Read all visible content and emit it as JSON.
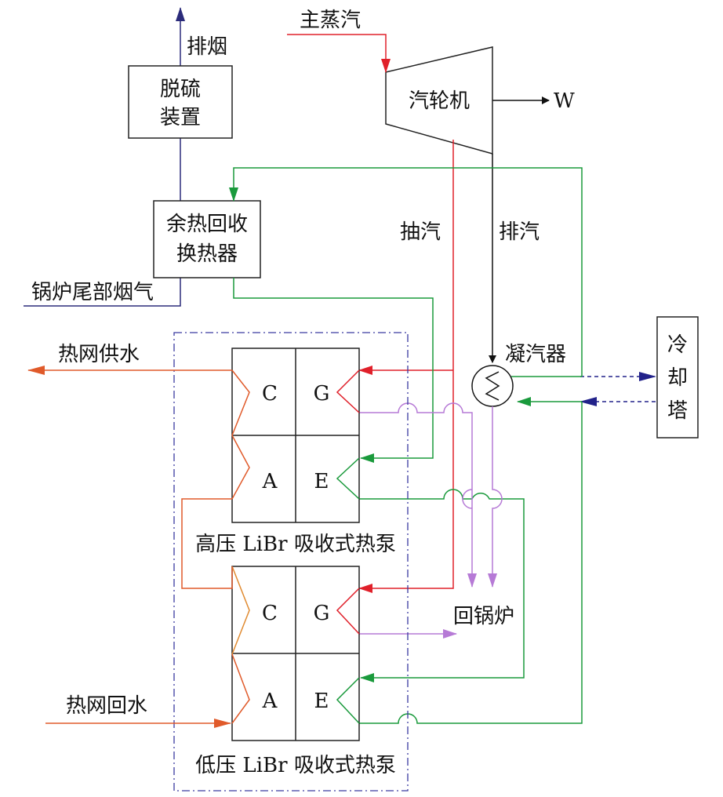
{
  "labels": {
    "exhaust_flue": "排烟",
    "desulfurization": [
      "脱硫",
      "装置"
    ],
    "main_steam": "主蒸汽",
    "turbine": "汽轮机",
    "work": "W",
    "waste_heat_recovery": [
      "余热回收",
      "换热器"
    ],
    "boiler_tail_flue": "锅炉尾部烟气",
    "extraction_steam": "抽汽",
    "exhaust_steam": "排汽",
    "condenser": "凝汽器",
    "cooling_tower": [
      "冷",
      "却",
      "塔"
    ],
    "heat_supply": "热网供水",
    "heat_return": "热网回水",
    "return_boiler": "回锅炉",
    "hp_pump": "高压 LiBr 吸收式热泵",
    "lp_pump": "低压 LiBr 吸收式热泵",
    "hp_units": {
      "c": "C",
      "g": "G",
      "a": "A",
      "e": "E"
    },
    "lp_units": {
      "c": "C",
      "g": "G",
      "a": "A",
      "e": "E"
    }
  },
  "colors": {
    "flue": "#2b2b7a",
    "steam": "#e0202a",
    "green": "#1a9a3c",
    "purple": "#b67ad6",
    "water": "#e05a2a",
    "orange": "#e08a30",
    "dashdot": "#3a3aa0",
    "black": "#111111"
  }
}
